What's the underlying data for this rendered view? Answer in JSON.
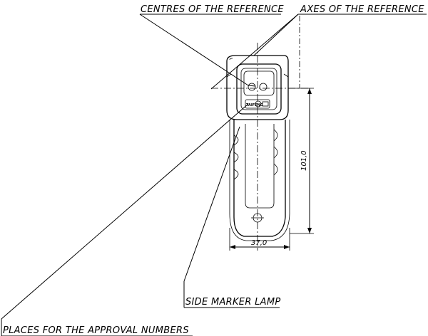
{
  "labels": {
    "centres": "CENTRES OF THE REFERENCE",
    "axes": "AXES OF THE REFERENCE",
    "side_marker": "SIDE MARKER LAMP",
    "approval": "PLACES FOR THE APPROVAL NUMBERS"
  },
  "dimensions": {
    "height": "101,0",
    "width": "37,0"
  },
  "lamp_mark": "TAIFENG"
}
